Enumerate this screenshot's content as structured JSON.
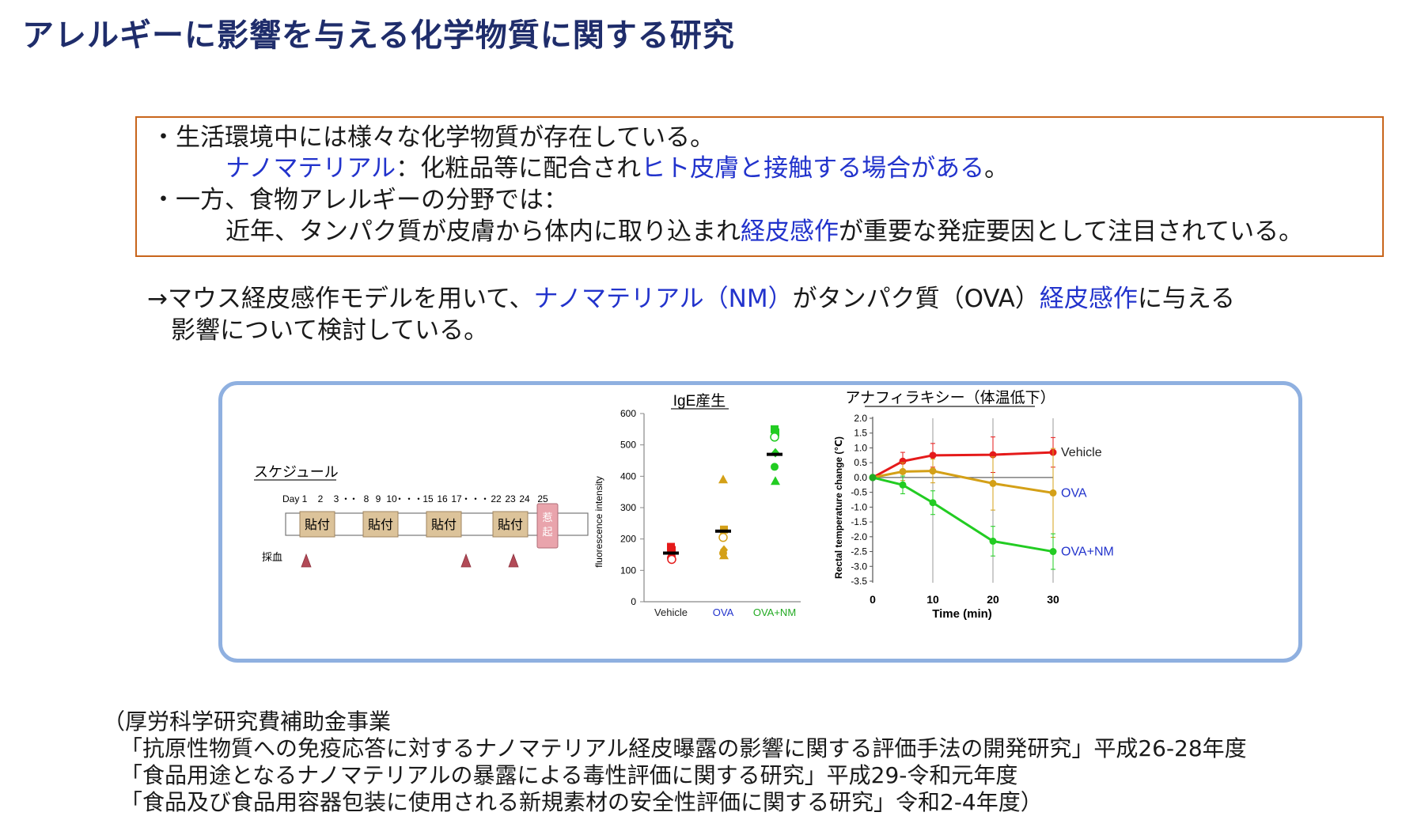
{
  "title": "アレルギーに影響を与える化学物質に関する研究",
  "bullets": {
    "b1_text": "・生活環境中には様々な化学物質が存在している。",
    "b1_sub_a": "ナノマテリアル",
    "b1_sub_b": "：化粧品等に配合され",
    "b1_sub_c": "ヒト皮膚と接触する場合がある",
    "b1_sub_d": "。",
    "b2_text": "・一方、食物アレルギーの分野では：",
    "b2_sub_a": "近年、タンパク質が皮膚から体内に取り込まれ",
    "b2_sub_b": "経皮感作",
    "b2_sub_c": "が重要な発症要因として注目されている。"
  },
  "conclusion": {
    "l1_a": "→マウス経皮感作モデルを用いて、",
    "l1_b": "ナノマテリアル（NM）",
    "l1_c": "がタンパク質（OVA）",
    "l1_d": "経皮感作",
    "l1_e": "に与える",
    "l2": "影響について検討している。"
  },
  "colors": {
    "accent_blue": "#2233cc",
    "title_navy": "#1f2d6b",
    "box_orange": "#c8651b",
    "panel_border": "#8fb0e0",
    "vehicle": "#e51a1a",
    "ova": "#d4a017",
    "ova_nm": "#22cc22",
    "patch": "#dcc39a"
  },
  "schedule": {
    "title": "スケジュール",
    "day_label": "Day",
    "days": [
      "1",
      "2",
      "3",
      "・",
      "・",
      "8",
      "9",
      "10",
      "・・・",
      "15",
      "16",
      "17",
      "・・・",
      "22",
      "23",
      "24",
      "25"
    ],
    "patches": [
      "貼付",
      "貼付",
      "貼付",
      "貼付"
    ],
    "challenge": "惹起",
    "blood_label": "採血"
  },
  "chart_data": [
    {
      "type": "scatter",
      "title": "IgE産生",
      "ylabel": "fluorescence intensity",
      "ylim": [
        0,
        600
      ],
      "yticks": [
        "0",
        "100",
        "200",
        "300",
        "400",
        "500",
        "600"
      ],
      "categories": [
        "Vehicle",
        "OVA",
        "OVA+NM"
      ],
      "series": [
        {
          "category": "Vehicle",
          "points": [
            175,
            165,
            160,
            145,
            140,
            135
          ],
          "mean": 155
        },
        {
          "category": "OVA",
          "points": [
            390,
            230,
            205,
            165,
            155,
            148
          ],
          "mean": 225
        },
        {
          "category": "OVA+NM",
          "points": [
            550,
            540,
            525,
            475,
            430,
            385
          ],
          "mean": 470
        }
      ]
    },
    {
      "type": "line",
      "title": "アナフィラキシー（体温低下）",
      "xlabel": "Time (min)",
      "ylabel": "Rectal temperature change (℃)",
      "xlim": [
        0,
        30
      ],
      "ylim": [
        -3.5,
        2.0
      ],
      "xticks": [
        "0",
        "10",
        "20",
        "30"
      ],
      "yticks": [
        "2.0",
        "1.5",
        "1.0",
        "0.5",
        "0.0",
        "-0.5",
        "-1.0",
        "-1.5",
        "-2.0",
        "-2.5",
        "-3.0",
        "-3.5"
      ],
      "x": [
        0,
        5,
        10,
        20,
        30
      ],
      "series": [
        {
          "name": "Vehicle",
          "values": [
            0.0,
            0.55,
            0.75,
            0.77,
            0.85
          ],
          "err": [
            0,
            0.3,
            0.4,
            0.6,
            0.5
          ]
        },
        {
          "name": "OVA",
          "values": [
            0.0,
            0.2,
            0.22,
            -0.2,
            -0.52
          ],
          "err": [
            0,
            0.3,
            0.4,
            0.9,
            1.5
          ]
        },
        {
          "name": "OVA+NM",
          "values": [
            0.0,
            -0.25,
            -0.85,
            -2.15,
            -2.5
          ],
          "err": [
            0,
            0.3,
            0.4,
            0.5,
            0.6
          ]
        }
      ]
    }
  ],
  "references": {
    "r1": "（厚労科学研究費補助金事業",
    "r2": "「抗原性物質への免疫応答に対するナノマテリアル経皮曝露の影響に関する評価手法の開発研究」平成26-28年度",
    "r3": "「食品用途となるナノマテリアルの暴露による毒性評価に関する研究」平成29-令和元年度",
    "r4": "「食品及び食品用容器包装に使用される新規素材の安全性評価に関する研究」令和2-4年度）"
  }
}
